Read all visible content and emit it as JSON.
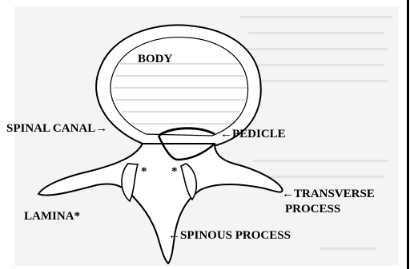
{
  "labels": {
    "body": "BODY",
    "spinal_canal": "SPINAL CANAL",
    "pedicle": "PEDICLE",
    "transverse_process_1": "TRANSVERSE",
    "transverse_process_2": "PROCESS",
    "lamina": "LAMINA*",
    "spinous_process": "SPINOUS PROCESS",
    "asterisk": "*"
  },
  "arrows": {
    "right": "→",
    "left": "←"
  }
}
